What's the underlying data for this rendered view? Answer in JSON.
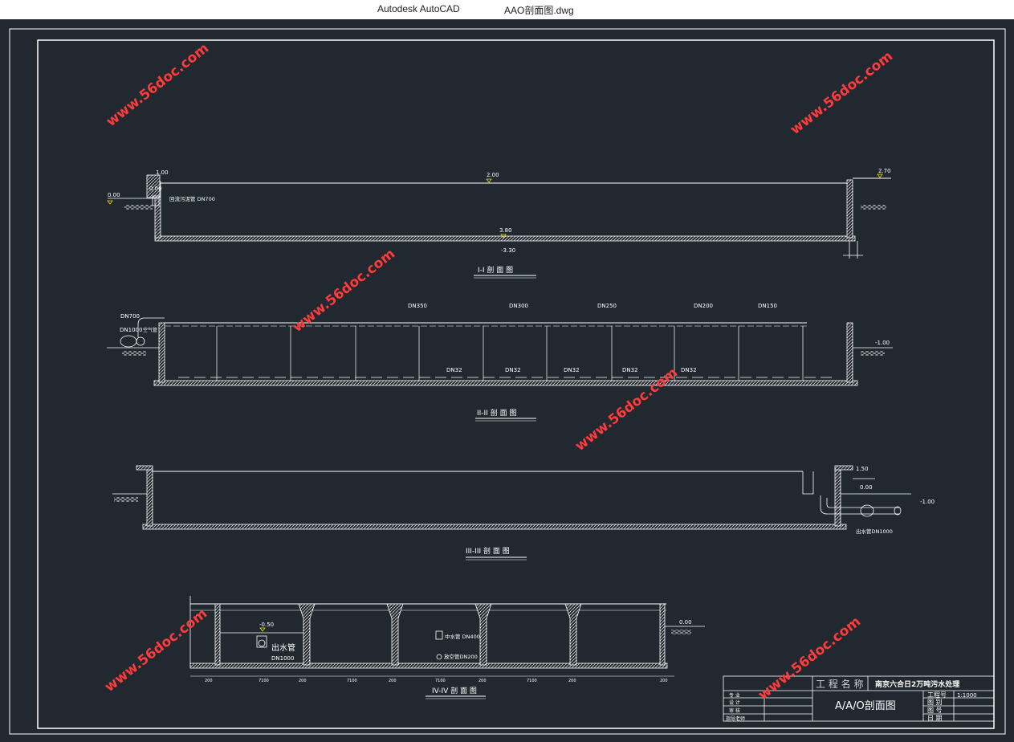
{
  "window": {
    "app_name": "Autodesk AutoCAD",
    "document_name": "AAO剖面图.dwg"
  },
  "watermark": "www.56doc.com",
  "sections": {
    "s1": {
      "title": "I-I 剖 面 图",
      "elev_left": "0.00",
      "elev_top_left": "1.00",
      "elev_inlet": "0.00",
      "pipe_label": "回流污泥管 DN700",
      "elev_water": "2.00",
      "elev_right": "2.70",
      "elev_bottom": "3.80",
      "elev_floor": "-3.30"
    },
    "s2": {
      "title": "II-II 剖 面 图",
      "pipe_main": "DN700",
      "pipe_blower": "DN1000",
      "blower_label": "空气管",
      "air_pipes": [
        "DN350",
        "DN300",
        "DN250",
        "DN200",
        "DN150"
      ],
      "branch_pipes": [
        "DN32",
        "DN32",
        "DN32",
        "DN32",
        "DN32"
      ],
      "elev_right": "-1.00"
    },
    "s3": {
      "title": "III-III 剖 面 图",
      "elev_a": "1.50",
      "elev_b": "0.00",
      "elev_c": "-1.00",
      "outlet_label": "出水管DN1000"
    },
    "s4": {
      "title": "IV-IV 剖 面 图",
      "elev_inner": "-0.50",
      "outlet_label": "出水管",
      "outlet_dn": "DN1000",
      "mid_pipe": "中水管 DN400",
      "sludge_pipe": "放空管DN200",
      "elev_right": "0.00",
      "dims": [
        "200",
        "7100",
        "200",
        "7100",
        "200",
        "7100",
        "200",
        "7100",
        "200",
        "200"
      ]
    }
  },
  "title_block": {
    "project_label": "工 程 名 称",
    "project_name": "南京六合日2万吨污水处理",
    "drawing_name": "A/A/O剖面图",
    "rows_left": [
      "专 业",
      "设 计",
      "审 核",
      "指导老师"
    ],
    "rows_right_labels": [
      "工程号",
      "图 别",
      "图 号",
      "日 期"
    ],
    "scale": "1:1000"
  }
}
